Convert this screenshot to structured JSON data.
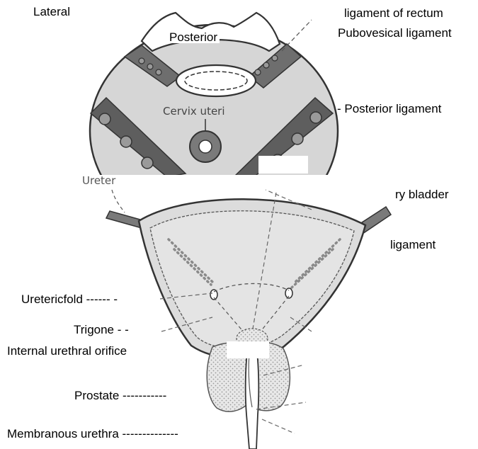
{
  "labels": {
    "top_left_partial": "Lateral",
    "posterior": "Posterior",
    "ligament_of_rectum": "ligament of rectum",
    "pubovesical_ligament": "Pubovesical ligament",
    "cervix_uteri": "Cervix uteri",
    "posterior_ligament": "- Posterior ligament",
    "ureter": "Ureter",
    "urinary_bladder_partial": "ry bladder",
    "ligament_partial": "ligament",
    "ureteric_fold": "Uretericfold ------ -",
    "trigone": "Trigone - -",
    "internal_urethral_orifice": "Internal urethral orifice",
    "prostate": "Prostate -----------",
    "membranous_urethra": "Membranous urethra --------------"
  },
  "colors": {
    "line": "#333333",
    "shade_light": "#d4d4d4",
    "shade_mid": "#9a9a9a",
    "shade_dark": "#6a6a6a",
    "prostate_dots": "#c8c8c8"
  }
}
